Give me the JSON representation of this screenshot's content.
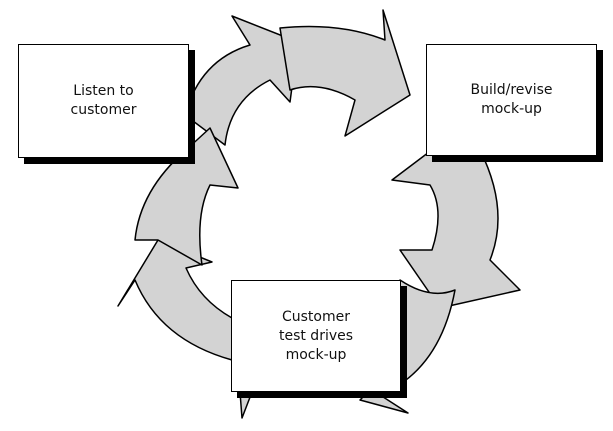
{
  "diagram": {
    "steps": [
      {
        "id": "listen",
        "label": "Listen to\ncustomer"
      },
      {
        "id": "build",
        "label": "Build/revise\nmock-up"
      },
      {
        "id": "test",
        "label": "Customer\ntest drives\nmock-up"
      }
    ]
  },
  "colors": {
    "arrow_fill": "#d3d3d3",
    "outline": "#000000",
    "box_fill": "#ffffff",
    "shadow": "#000000",
    "text": "#111111"
  }
}
